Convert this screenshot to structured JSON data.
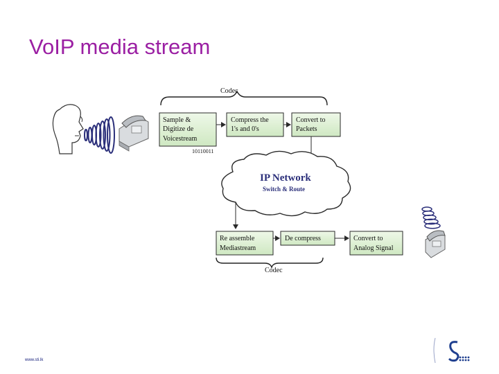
{
  "slide": {
    "title": "VoIP media stream"
  },
  "diagram": {
    "codec_top": "Codec",
    "codec_bottom": "Codec",
    "boxes_top": [
      {
        "line1": "Sample &",
        "line2": "Digitize de",
        "line3": "Voicestream"
      },
      {
        "line1": "Compress the",
        "line2": "1's and 0's",
        "line3": ""
      },
      {
        "line1": "Convert to",
        "line2": "Packets",
        "line3": ""
      }
    ],
    "boxes_bottom": [
      {
        "line1": "Re assemble",
        "line2": "Mediastream"
      },
      {
        "line1": "De compress",
        "line2": ""
      },
      {
        "line1": "Convert to",
        "line2": "Analog Signal"
      }
    ],
    "binary_label": "10110011",
    "network": {
      "title": "IP Network",
      "subtitle": "Switch & Route"
    },
    "colors": {
      "box_fill": "#dff2d6",
      "box_stroke": "#2a2a2a",
      "title_color": "#9b1fa3",
      "wave_color": "#2b2f7a"
    },
    "icons": [
      "person-head-icon",
      "sound-wave-icon",
      "telephone-icon"
    ]
  },
  "footer": {
    "url": "www.sti.lk"
  }
}
